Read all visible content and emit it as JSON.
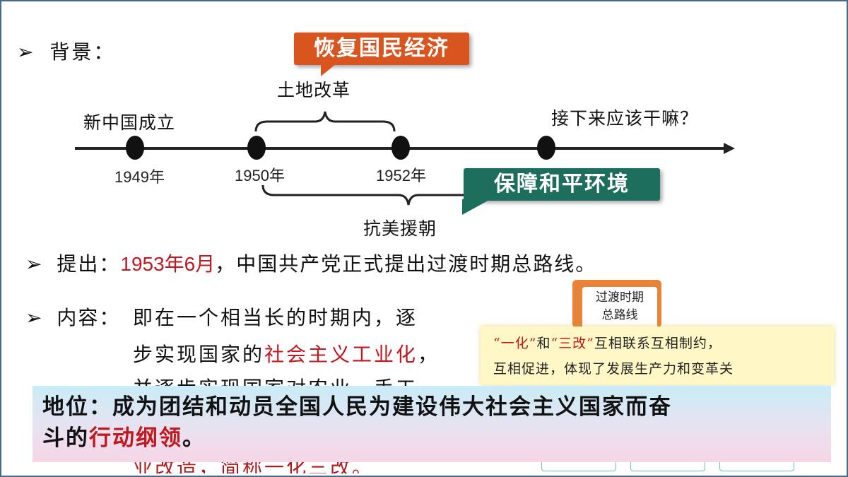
{
  "background_section": {
    "label": "背景：",
    "callout_top": "恢复国民经济",
    "callout_bottom": "保障和平环境",
    "brace_top_label": "土地改革",
    "brace_bottom_label": "抗美援朝",
    "left_event": "新中国成立",
    "question": "接下来应该干嘛？",
    "years": [
      "1949年",
      "1950年",
      "1952年"
    ]
  },
  "proposal": {
    "label": "提出：",
    "date": "1953年6月",
    "text": "，中国共产党正式提出过渡时期总路线。"
  },
  "content": {
    "label": "内容：",
    "line1": "即在一个相当长的时期内，逐",
    "line2_a": "步实现国家的",
    "line2_red": "社会主义工业化",
    "line2_b": "，",
    "line3": "并逐步实现国家对农业、手工",
    "line4": "业改造，简称一化三改。"
  },
  "tag": {
    "line1": "过渡时期",
    "line2": "总路线"
  },
  "note": {
    "q1": "“一化”",
    "and": "和",
    "q2": "“三改”",
    "rest1": "互相联系互相制约，",
    "line2": "互相促进，体现了发展生产力和变革关"
  },
  "status": {
    "label": "地位：",
    "text_a": "成为团结和动员全国人民为建设伟大社会主义国家而奋",
    "text_b": "斗的",
    "text_red": "行动纲领",
    "text_end": "。"
  },
  "colors": {
    "accent_red": "#c0181e",
    "callout_orange": "#d9551f",
    "callout_green": "#1e6e5e",
    "tag_orange": "#e8833a"
  }
}
